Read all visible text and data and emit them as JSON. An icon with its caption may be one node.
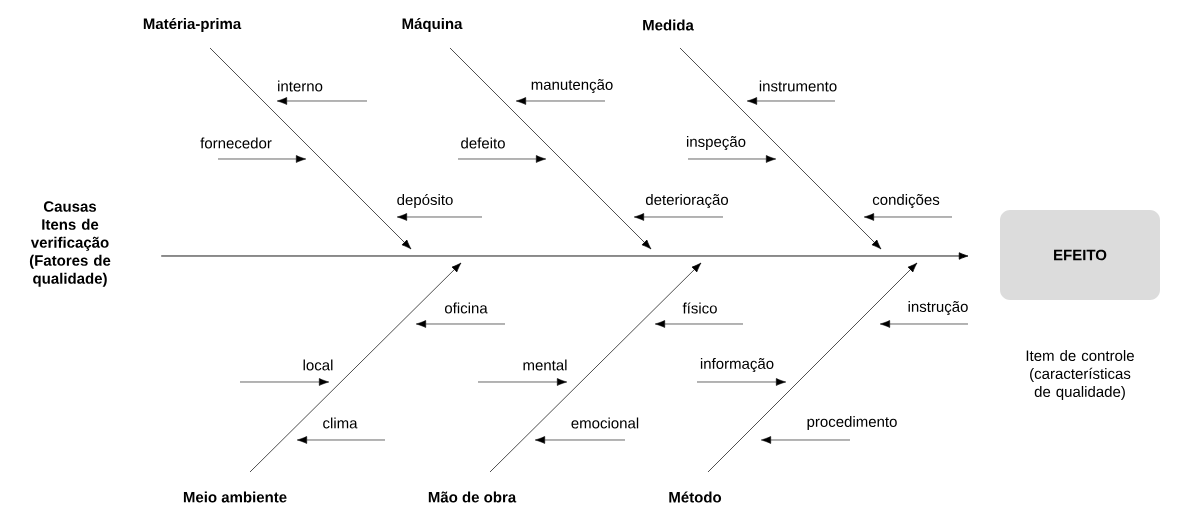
{
  "diagram": {
    "nodes": [
      {
        "text": [
          "Causas",
          "Itens de verificação (Fatores de qualidade)"
        ]
      },
      {
        "text": [
          "EFEITO"
        ],
        "beside": [
          "Item de controle (características de qualidade)"
        ]
      },
      {
        "text": [
          "Matéria-prima"
        ]
      },
      {
        "text": [
          "Máquina"
        ]
      },
      {
        "text": [
          "Medida"
        ]
      },
      {
        "text": [
          "Meio ambiente"
        ]
      },
      {
        "text": [
          "Mão de obra"
        ]
      },
      {
        "text": [
          "Método"
        ]
      },
      {
        "text": [
          "interno"
        ]
      },
      {
        "text": [
          "fornecedor"
        ]
      },
      {
        "text": [
          "depósito"
        ]
      },
      {
        "text": [
          "manutenção"
        ]
      },
      {
        "text": [
          "defeito"
        ]
      },
      {
        "text": [
          "deterioração"
        ]
      },
      {
        "text": [
          "instrumento"
        ]
      },
      {
        "text": [
          "inspeção"
        ]
      },
      {
        "text": [
          "condições"
        ]
      },
      {
        "text": [
          "oficina"
        ]
      },
      {
        "text": [
          "local"
        ]
      },
      {
        "text": [
          "clima"
        ]
      },
      {
        "text": [
          "físico"
        ]
      },
      {
        "text": [
          "mental"
        ]
      },
      {
        "text": [
          "emocional"
        ]
      },
      {
        "text": [
          "instrução"
        ]
      },
      {
        "text": [
          "informação"
        ]
      },
      {
        "text": [
          "procedimento"
        ]
      }
    ],
    "edges": [
      {
        "from": 0,
        "to": 1,
        "arrow": "to"
      },
      {
        "from": 2,
        "to": null,
        "arrow": "to"
      },
      {
        "from": 3,
        "to": null,
        "arrow": "to"
      },
      {
        "from": 4,
        "to": null,
        "arrow": "to"
      },
      {
        "from": 5,
        "to": null,
        "arrow": "to"
      },
      {
        "from": 6,
        "to": null,
        "arrow": "to"
      },
      {
        "from": 7,
        "to": null,
        "arrow": "to"
      },
      {
        "from": null,
        "to": 8,
        "arrow": "to"
      },
      {
        "from": 9,
        "to": null,
        "arrow": "to"
      },
      {
        "from": null,
        "to": 10,
        "arrow": "to"
      },
      {
        "from": null,
        "to": 11,
        "arrow": "to"
      },
      {
        "from": 12,
        "to": null,
        "arrow": "to"
      },
      {
        "from": null,
        "to": 13,
        "arrow": "to"
      },
      {
        "from": null,
        "to": 14,
        "arrow": "to"
      },
      {
        "from": 15,
        "to": null,
        "arrow": "to"
      },
      {
        "from": null,
        "to": 16,
        "arrow": "to"
      },
      {
        "from": 17,
        "to": null,
        "arrow": "to"
      },
      {
        "from": null,
        "to": 18,
        "arrow": "to"
      },
      {
        "from": null,
        "to": 19,
        "arrow": "to"
      },
      {
        "from": null,
        "to": 20,
        "arrow": "to"
      },
      {
        "from": null,
        "to": 21,
        "arrow": "to"
      },
      {
        "from": 22,
        "to": null,
        "arrow": "to"
      },
      {
        "from": 23,
        "to": null,
        "arrow": "to"
      },
      {
        "from": null,
        "to": 24,
        "arrow": "to"
      },
      {
        "from": 25,
        "to": null,
        "arrow": "to"
      }
    ]
  }
}
